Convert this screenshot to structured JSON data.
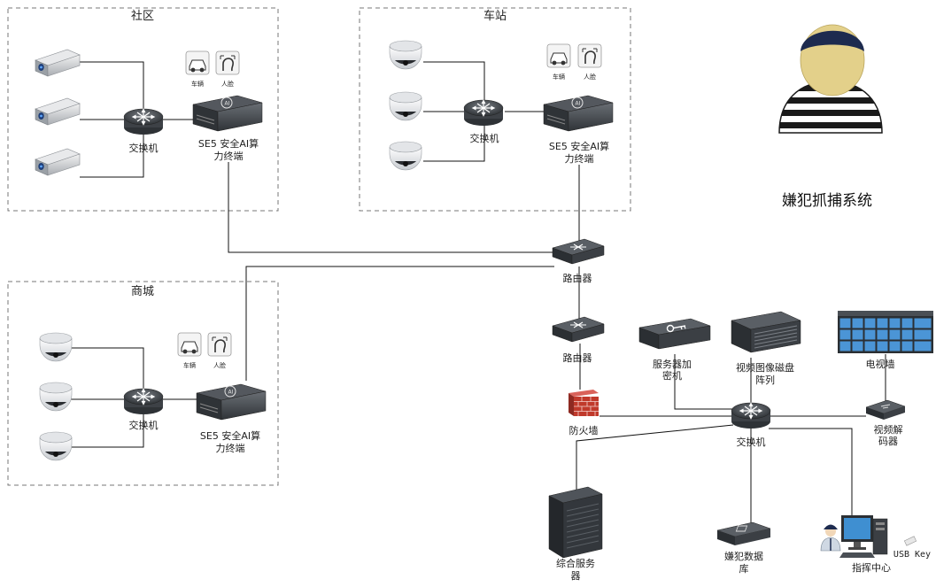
{
  "title": "嫌犯抓捕系统",
  "zones": {
    "community": "社区",
    "station": "车站",
    "mall": "商城"
  },
  "labels": {
    "switch": "交换机",
    "ai_terminal_l1": "SE5 安全AI算",
    "ai_terminal_l2": "力终端",
    "vehicle": "车辆",
    "face": "人脸",
    "router": "路由器",
    "firewall": "防火墙",
    "server_encrypt_l1": "服务器加",
    "server_encrypt_l2": "密机",
    "disk_array_l1": "视频图像磁盘",
    "disk_array_l2": "阵列",
    "tv_wall": "电视墙",
    "decoder_l1": "视频解",
    "decoder_l2": "码器",
    "core_switch": "交换机",
    "integrated_server_l1": "综合服务",
    "integrated_server_l2": "器",
    "suspect_db_l1": "嫌犯数据",
    "suspect_db_l2": "库",
    "command_center": "指挥中心",
    "usb_key": "USB Key"
  },
  "colors": {
    "line": "#111111",
    "dash": "#777777",
    "device_dark": "#3b3f44",
    "device_mid": "#5c6167",
    "screen_blue": "#3f8fd1",
    "firewall": "#c0392b",
    "face": "#e3d08a",
    "hat": "#1d2b4f"
  }
}
